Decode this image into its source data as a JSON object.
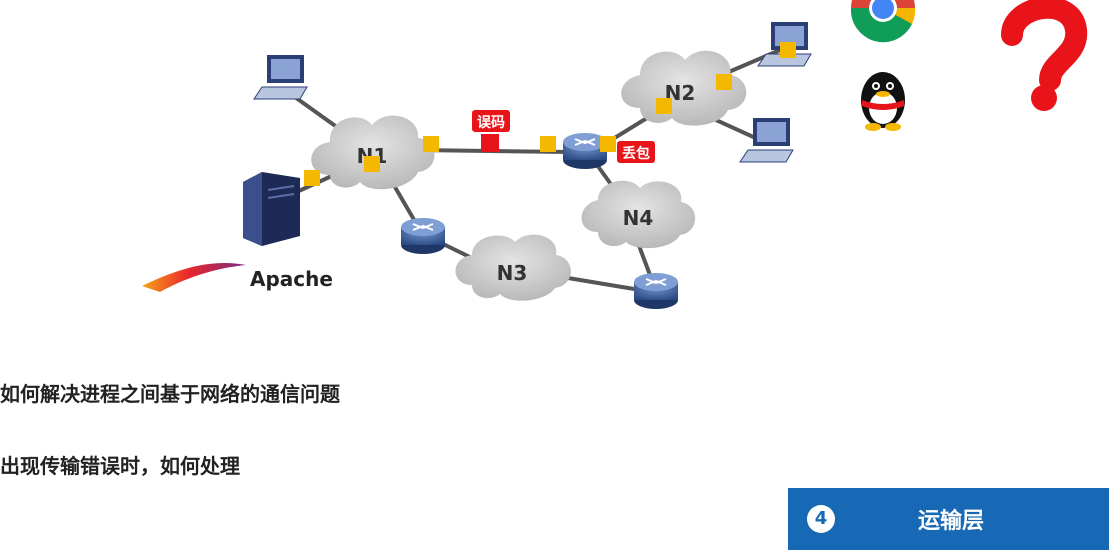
{
  "diagram": {
    "networks": [
      "N1",
      "N2",
      "N3",
      "N4"
    ],
    "server_label": "Apache",
    "error_label": "误码",
    "loss_label": "丢包"
  },
  "questions": [
    "如何解决进程之间基于网络的通信问题",
    "出现传输错误时，如何处理"
  ],
  "badge": {
    "number": "4",
    "title": "运输层",
    "color": "#1769b5"
  },
  "colors": {
    "cloud": "#cfcfcf",
    "link": "#555555",
    "port": "#f5b800",
    "error": "#e8141a",
    "question_mark": "#e8141a"
  },
  "icons": [
    "laptop-icon",
    "server-icon",
    "router-icon",
    "chrome-icon",
    "qq-penguin-icon",
    "question-mark-icon",
    "apache-feather-icon"
  ]
}
